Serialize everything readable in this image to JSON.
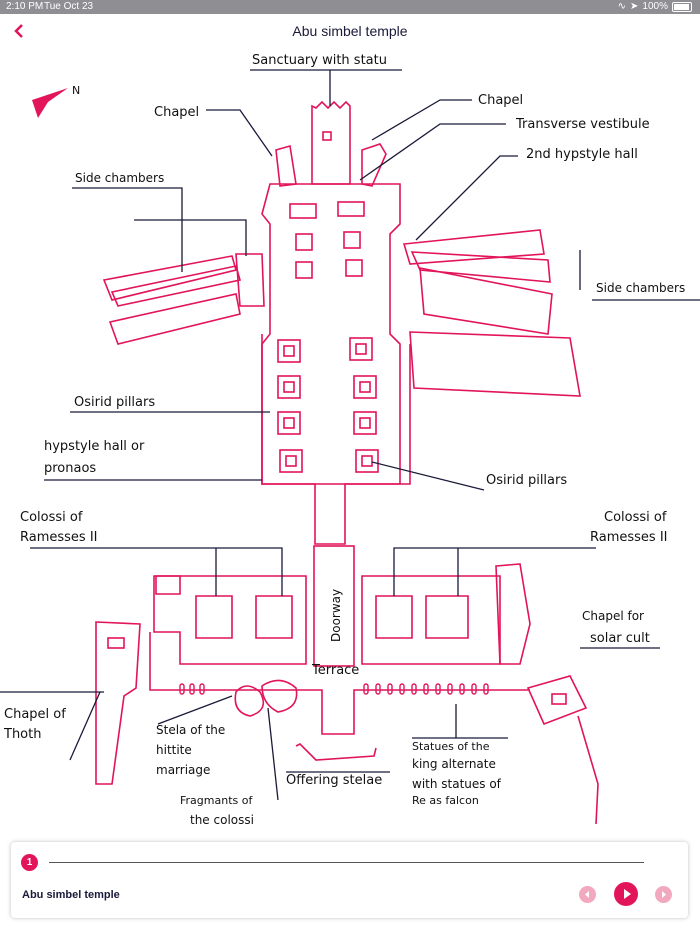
{
  "status_bar": {
    "time": "2:10 PM",
    "date": "Tue Oct 23",
    "battery": "100%"
  },
  "nav": {
    "title": "Abu simbel temple",
    "back_icon": "chevron-left-icon"
  },
  "map": {
    "labels": {
      "sanctuary": "Sanctuary with statu",
      "chapel_left": "Chapel",
      "chapel_right": "Chapel",
      "transverse_vestibule": "Transverse vestibule",
      "hypostyle2": "2nd hypstyle hall",
      "side_chambers_left": "Side chambers",
      "side_chambers_right": "Side chambers",
      "osirid_left": "Osirid pillars",
      "osirid_right": "Osirid pillars",
      "hypostyle_line1": "hypstyle hall or",
      "hypostyle_line2": "pronaos",
      "colossi_left_line1": "Colossi of",
      "colossi_left_line2": "Ramesses II",
      "colossi_right_line1": "Colossi of",
      "colossi_right_line2": "Ramesses II",
      "doorway": "Doorway",
      "terrace": "Terrace",
      "chapel_solar_line1": "Chapel for",
      "chapel_solar_line2": "solar cult",
      "chapel_thoth_line1": "Chapel of",
      "chapel_thoth_line2": "Thoth",
      "stela_line1": "Stela of the",
      "stela_line2": "hittite",
      "stela_line3": "marriage",
      "fragments_line1": "Fragmants of",
      "fragments_line2": "the colossi",
      "offering": "Offering stelae",
      "statues_line1": "Statues of the",
      "statues_line2": "king alternate",
      "statues_line3": "with statues of",
      "statues_line4": "Re as falcon"
    },
    "colors": {
      "plan": "#e2145a",
      "lines": "#1a1a3a",
      "accent": "#e2145a"
    }
  },
  "player": {
    "track_number": "1",
    "track_title": "Abu simbel temple",
    "progress": 0,
    "prev_icon": "skip-back-icon",
    "play_icon": "play-icon",
    "next_icon": "skip-forward-icon"
  }
}
